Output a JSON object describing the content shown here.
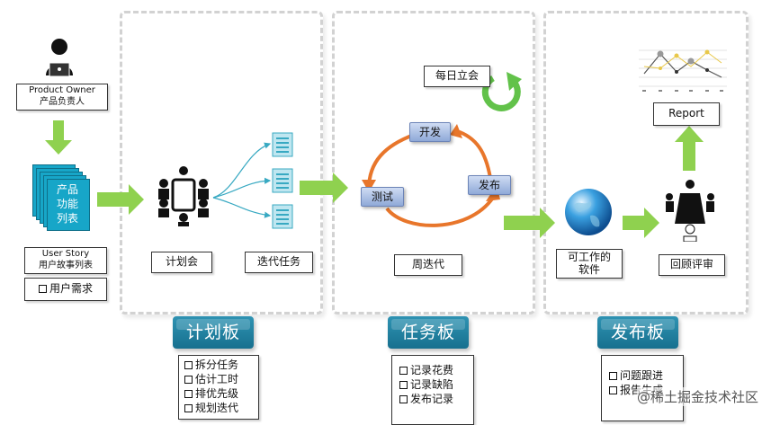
{
  "actor": {
    "role_en": "Product Owner",
    "role_zh": "产品负责人"
  },
  "backlog": {
    "card_lines": [
      "产品",
      "功能",
      "列表"
    ],
    "story_en": "User Story",
    "story_zh": "用户故事列表",
    "needs": "用户需求"
  },
  "planning": {
    "meeting_label": "计划会",
    "tasks_label": "迭代任务",
    "board_title": "计划板",
    "checklist": [
      "拆分任务",
      "估计工时",
      "排优先级",
      "规划迭代"
    ]
  },
  "tasks": {
    "daily_label": "每日立会",
    "cycle_nodes": [
      "开发",
      "发布",
      "测试"
    ],
    "week_label": "周迭代",
    "board_title": "任务板",
    "checklist": [
      "记录花费",
      "记录缺陷",
      "发布记录"
    ]
  },
  "release": {
    "software_label_lines": [
      "可工作的",
      "软件"
    ],
    "review_label": "回顾评审",
    "report_label": "Report",
    "board_title": "发布板",
    "checklist": [
      "问题跟进",
      "报告生成"
    ]
  },
  "watermark": "@稀土掘金技术社区",
  "colors": {
    "arrow_green": "#8fd14f",
    "cycle_orange": "#e8762b",
    "board_blue": "#1f82a3",
    "card_teal": "#17a6c8",
    "refresh_green": "#62c24a"
  }
}
